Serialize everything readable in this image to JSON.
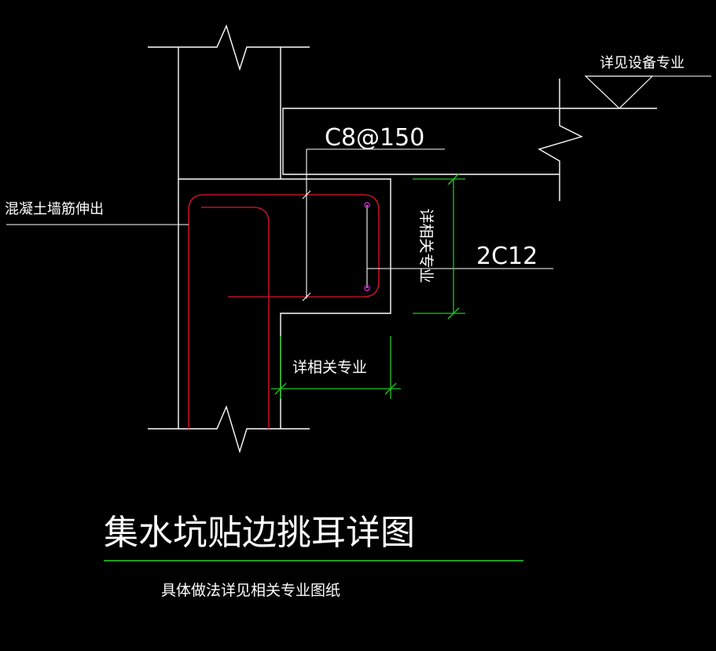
{
  "title": "集水坑贴边挑耳详图",
  "subtitle": "具体做法详见相关专业图纸",
  "labels": {
    "wall_rebar": "混凝土墙筋伸出",
    "equipment": "详见设备专业",
    "stirrup": "C8@150",
    "longitudinal": "2C12",
    "height_dim": "详相关专业",
    "width_dim": "详相关专业"
  },
  "colors": {
    "background": "#000000",
    "outline": "#ffffff",
    "rebar": "#c0102a",
    "dimension": "#1ec81e",
    "bar_dot": "#d020d0",
    "title_underline": "#1e9e1e"
  }
}
